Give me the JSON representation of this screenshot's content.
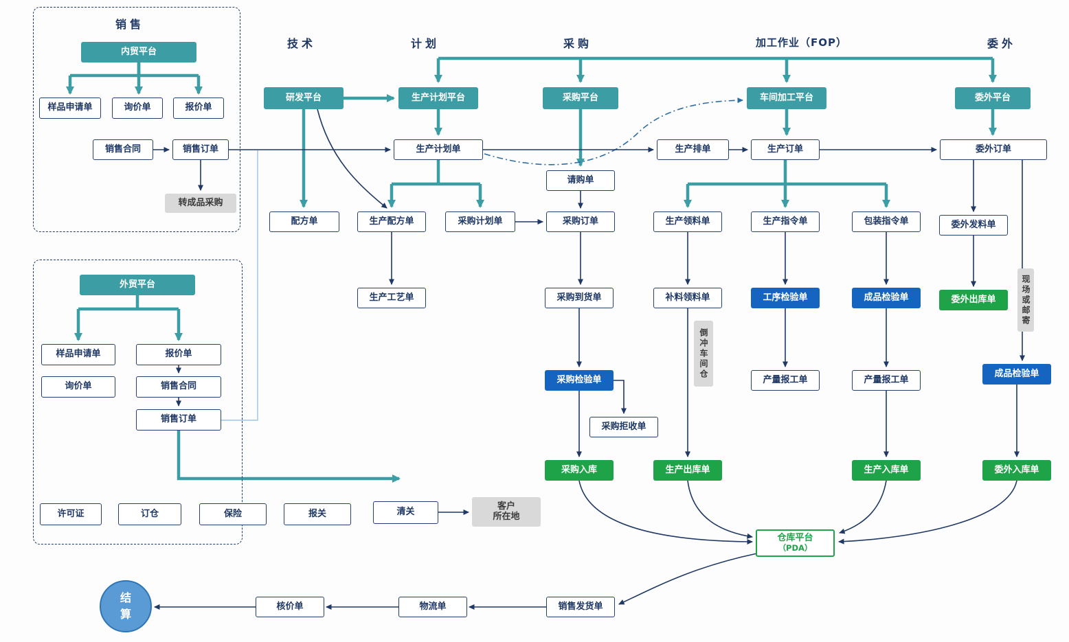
{
  "headers": {
    "sales": "销售",
    "tech": "技术",
    "plan": "计划",
    "purchase": "采购",
    "fop": "加工作业（FOP）",
    "outsource": "委外"
  },
  "nodes": {
    "neimao": "内贸平台",
    "yangpin1": "样品申请单",
    "xunjia1": "询价单",
    "baojia1": "报价单",
    "hetong1": "销售合同",
    "dingdan1": "销售订单",
    "zhuancp": "转成品采购",
    "waimao": "外贸平台",
    "yangpin2": "样品申请单",
    "baojia2": "报价单",
    "xunjia2": "询价单",
    "hetong2": "销售合同",
    "dingdan2": "销售订单",
    "xukezheng": "许可证",
    "dingcang": "订仓",
    "baoxian": "保险",
    "baoguan": "报关",
    "qingguan": "清关",
    "kehu_l1": "客户",
    "kehu_l2": "所在地",
    "yanfa": "研发平台",
    "scjhpt": "生产计划平台",
    "cgpt": "采购平台",
    "cjpt": "车间加工平台",
    "wwpt": "委外平台",
    "scjhd": "生产计划单",
    "scpd": "生产排单",
    "scdd": "生产订单",
    "wwdd": "委外订单",
    "pfd": "配方单",
    "scpfd": "生产配方单",
    "cgjhd": "采购计划单",
    "qgd": "请购单",
    "cgdd": "采购订单",
    "scgyd": "生产工艺单",
    "cgdhd": "采购到货单",
    "sclld": "生产领料单",
    "blld": "补料领料单",
    "sczld": "生产指令单",
    "bzzld": "包装指令单",
    "wwfld": "委外发料单",
    "gxjyd": "工序检验单",
    "cpjyd1": "成品检验单",
    "wwckd": "委外出库单",
    "daochong": "倒冲车间仓",
    "xianchang": "现场或邮寄",
    "cgjyd": "采购检验单",
    "clbgd1": "产量报工单",
    "clbgd2": "产量报工单",
    "cpjyd2": "成品检验单",
    "cgjsd": "采购拒收单",
    "cgrk": "采购入库",
    "scckd": "生产出库单",
    "scrkd": "生产入库单",
    "wwrkd": "委外入库单",
    "ckpt_l1": "仓库平台",
    "ckpt_l2": "（PDA）",
    "xsfhd": "销售发货单",
    "wld": "物流单",
    "hjd": "核价单",
    "jiesuan_l1": "结",
    "jiesuan_l2": "算"
  },
  "colors": {
    "teal": "#3d9da4",
    "blue": "#1565c0",
    "green": "#1fa348",
    "navy": "#1f3864",
    "gray": "#d9d9d9",
    "circle_blue": "#5b9bd5"
  }
}
